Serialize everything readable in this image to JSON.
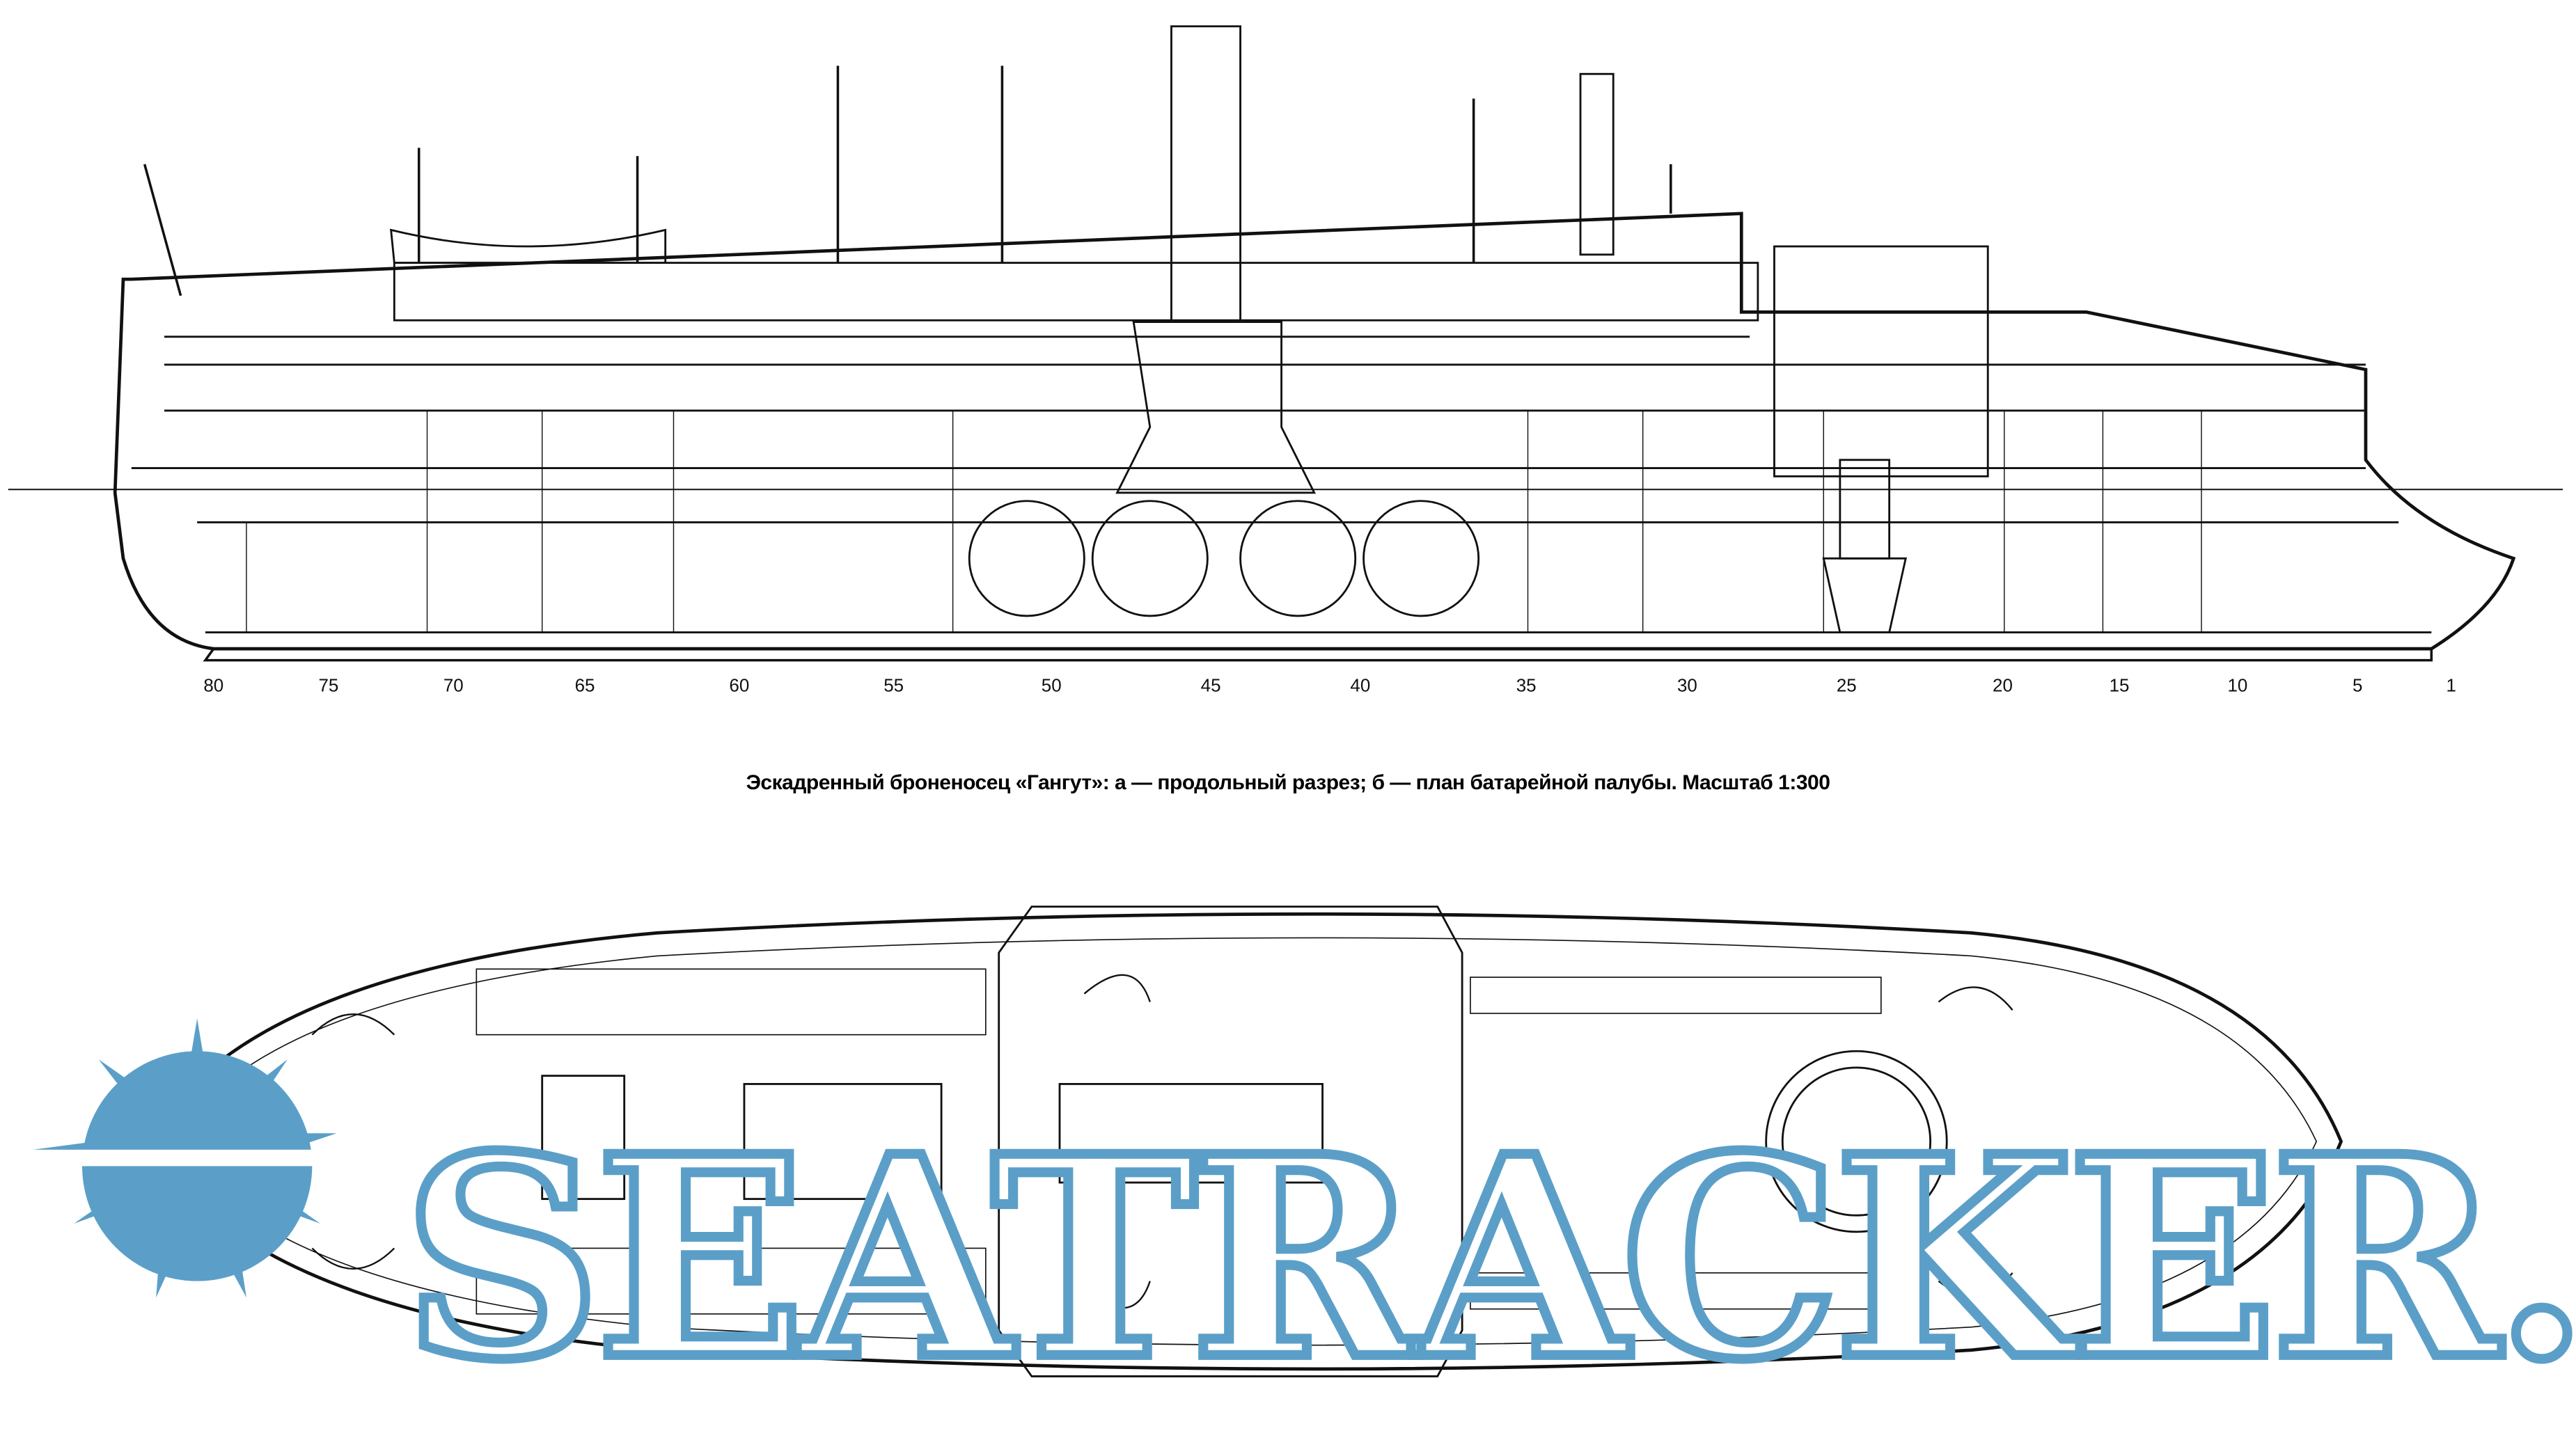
{
  "caption": "Эскадренный броненосец «Гангут»: а — продольный разрез; б — план батарейной палубы. Масштаб 1:300",
  "frame_numbers": [
    "80",
    "75",
    "70",
    "65",
    "60",
    "55",
    "50",
    "45",
    "40",
    "35",
    "30",
    "25",
    "20",
    "15",
    "10",
    "5",
    "1"
  ],
  "watermark": {
    "text": "SEATRACKER.RU",
    "color": "#5b9fc8"
  },
  "colors": {
    "line": "#111111",
    "background": "#ffffff"
  }
}
